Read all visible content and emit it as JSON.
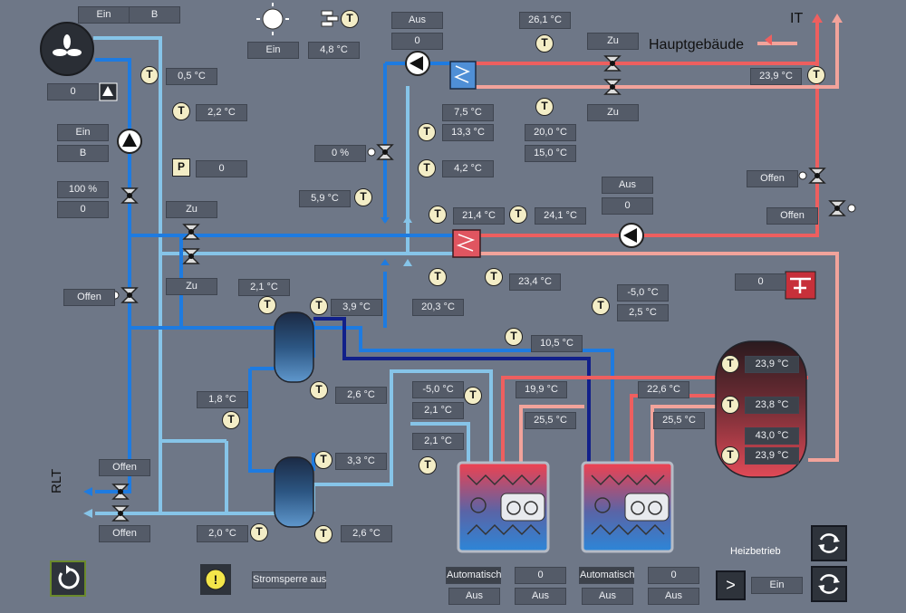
{
  "colors": {
    "cold": "#1e7be0",
    "cool": "#86c4e8",
    "hot": "#ee5f5f",
    "warm": "#f2a39b",
    "navy": "#11208a",
    "bg": "#6e7787"
  },
  "rlt_fan": {
    "state": "Ein",
    "mode": "B",
    "frost_value": "0",
    "supply_temp": "0,5 °C",
    "pipe_temp": "2,2 °C"
  },
  "rlt_pump": {
    "state": "Ein",
    "mode": "B",
    "pressure_label": "P",
    "pressure_value": "0"
  },
  "rlt_valve": {
    "position": "100 %",
    "value": "0"
  },
  "upper_zu_valve": {
    "label": "Zu"
  },
  "lower_zu_valve": {
    "label": "Zu"
  },
  "left_offen_valve": {
    "label": "Offen"
  },
  "rlt_valves": {
    "top_label": "Offen",
    "bottom_label": "Offen",
    "side_label": "RLT"
  },
  "weather": {
    "state": "Ein",
    "outside_temp": "4,8 °C"
  },
  "it_pump": {
    "state": "Aus",
    "value": "0"
  },
  "it_circuit": {
    "hx_temp": "26,1 °C",
    "valve_top": "Zu",
    "valve_bottom": "Zu",
    "return_temp_1": "20,0 °C",
    "return_temp_2": "15,0 °C",
    "right_temp": "23,9 °C",
    "label_it": "IT",
    "label_building": "Hauptgebäude"
  },
  "mixing_valve": {
    "position": "0 %",
    "temp_1": "7,5 °C",
    "temp_2": "13,3 °C",
    "temp_3": "4,2 °C",
    "temp_4": "5,9 °C"
  },
  "mid_hx": {
    "temp_left": "21,4 °C",
    "temp_right": "24,1 °C",
    "temp_below": "23,4 °C",
    "pump_state": "Aus",
    "pump_value": "0"
  },
  "right_valves": {
    "upper": "Offen",
    "lower": "Offen"
  },
  "heater": {
    "value": "0"
  },
  "cold_storage": {
    "temp_top_left": "2,1 °C",
    "temp_top_right": "3,9 °C",
    "temp_bottom_right": "2,6 °C",
    "temp_lower_tank_left": "1,8 °C",
    "temp_lower_tank_top": "3,3 °C",
    "temp_lower_tank_bottom_left": "2,0 °C",
    "temp_lower_tank_bottom_right": "2,6 °C",
    "temp_mid": "20,3 °C",
    "temp_navy": "10,5 °C",
    "temp_hp1_1": "-5,0 °C",
    "temp_hp1_2": "2,1 °C",
    "temp_hp1_3": "2,1 °C"
  },
  "hp_right_temps": {
    "t1": "-5,0 °C",
    "t2": "2,5 °C"
  },
  "heat_pumps": {
    "hp1_temp_a": "19,9 °C",
    "hp1_temp_b": "25,5 °C",
    "hp2_temp_a": "22,6 °C",
    "hp2_temp_b": "25,5 °C",
    "hp1_mode": "Automatisch",
    "hp1_value": "0",
    "hp1_state": "Aus",
    "hp1_state2": "Aus",
    "hp2_mode": "Automatisch",
    "hp2_value": "0",
    "hp2_state": "Aus",
    "hp2_state2": "Aus"
  },
  "hot_tank": {
    "t1": "23,9 °C",
    "t2": "23,8 °C",
    "t3": "43,0 °C",
    "t4": "23,9 °C"
  },
  "footer": {
    "power_lock": "Stromsperre aus",
    "heizbetrieb_label": "Heizbetrieb",
    "heizbetrieb_value": "Ein",
    "next_label": ">"
  }
}
